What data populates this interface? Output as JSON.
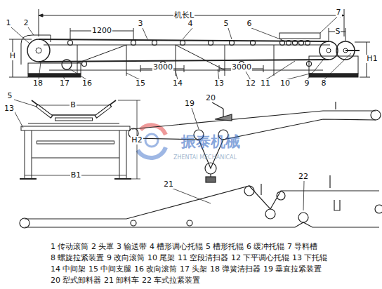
{
  "diagram": {
    "labels": [
      "1",
      "2",
      "机长L",
      "1200",
      "3",
      "4",
      "5",
      "6",
      "7",
      "S",
      "H",
      "H1",
      "3000",
      "3000",
      "18",
      "17",
      "16",
      "15",
      "14",
      "13",
      "12",
      "11",
      "10",
      "9",
      "8",
      "5",
      "13",
      "B",
      "H2",
      "B1",
      "19",
      "20",
      "21",
      "22",
      "振泰机械",
      "ZHENTAI MECHANICAL",
      "1 传动滚筒 2 头罩 3 输送带 4 槽形调心托辊 5 槽形托辊 6 缓冲托辊 7 导料槽",
      "8 螺旋拉紧装置 9 改向滚筒 10 尾架 11 空段清扫器 12 下平调心托辊 13 下托辊",
      "14 中间架 15 中间支腿 16 改向滚筒 17 头架 18 弹簧清扫器 19 垂直拉紧装置",
      "20 犁式卸料器 21 卸料车 22 车式拉紧装置"
    ]
  }
}
